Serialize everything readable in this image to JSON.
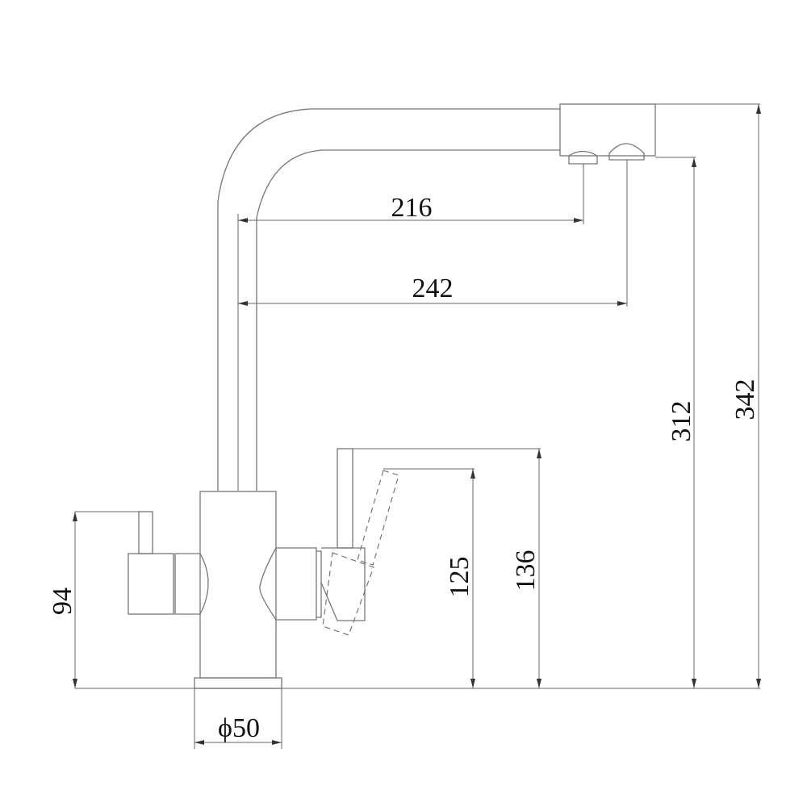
{
  "title": "Faucet dimension drawing",
  "dimensions": {
    "spout_reach_inner": "216",
    "spout_reach_outer": "242",
    "spout_outlet_height": "312",
    "total_height": "342",
    "handle_height_left": "94",
    "lever_height": "125",
    "lever_top_height": "136",
    "base_diameter": "ϕ50"
  },
  "colors": {
    "line": "#777777",
    "text": "#111111"
  }
}
